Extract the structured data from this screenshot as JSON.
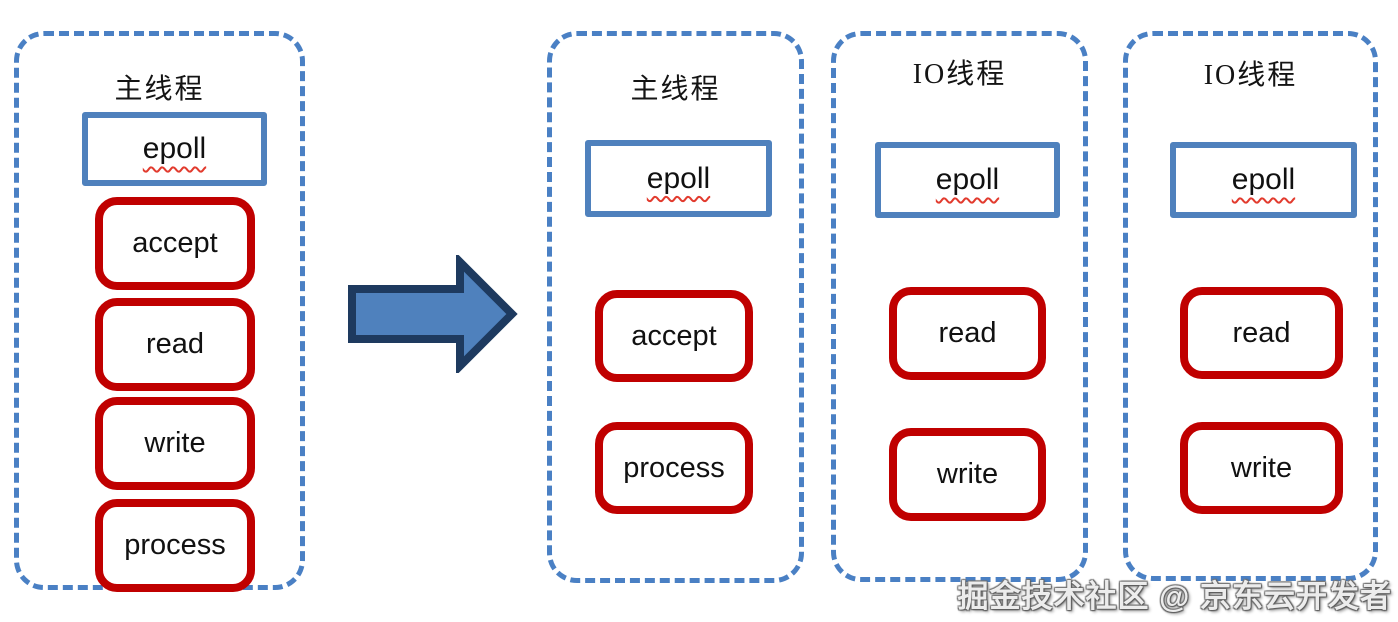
{
  "diagram": {
    "description_label": "thread model evolution diagram",
    "panels": [
      {
        "title": "主线程",
        "epoll_label": "epoll",
        "tasks": [
          "accept",
          "read",
          "write",
          "process"
        ]
      },
      {
        "title": "主线程",
        "epoll_label": "epoll",
        "tasks": [
          "accept",
          "process"
        ]
      },
      {
        "title": "IO线程",
        "epoll_label": "epoll",
        "tasks": [
          "read",
          "write"
        ]
      },
      {
        "title": "IO线程",
        "epoll_label": "epoll",
        "tasks": [
          "read",
          "write"
        ]
      }
    ],
    "colors": {
      "panel_dash_border": "#4a80c4",
      "epoll_box_border": "#4f81bd",
      "task_box_border": "#c00000",
      "arrow_fill": "#4f81bd",
      "arrow_outline": "#1e3a5f",
      "spellcheck_squiggle": "#e23b2e",
      "text": "#111111"
    },
    "watermark": "掘金技术社区 @ 京东云开发者"
  }
}
